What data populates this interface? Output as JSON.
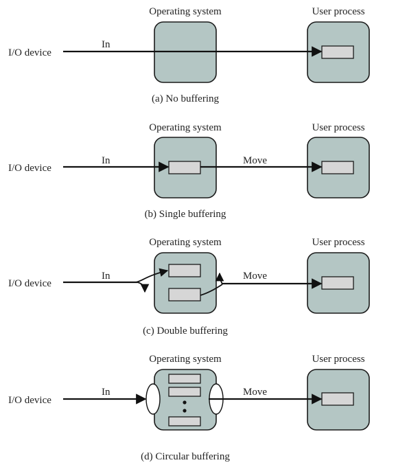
{
  "colors": {
    "process_fill": "#b4c6c4",
    "buffer_fill": "#d6d6d6",
    "stroke": "#111111"
  },
  "labels": {
    "io_device": "I/O device",
    "operating_system": "Operating system",
    "user_process": "User process",
    "in": "In",
    "move": "Move"
  },
  "panels": [
    {
      "id": "a",
      "caption": "(a) No buffering"
    },
    {
      "id": "b",
      "caption": "(b) Single buffering"
    },
    {
      "id": "c",
      "caption": "(c) Double buffering"
    },
    {
      "id": "d",
      "caption": "(d) Circular buffering"
    }
  ]
}
